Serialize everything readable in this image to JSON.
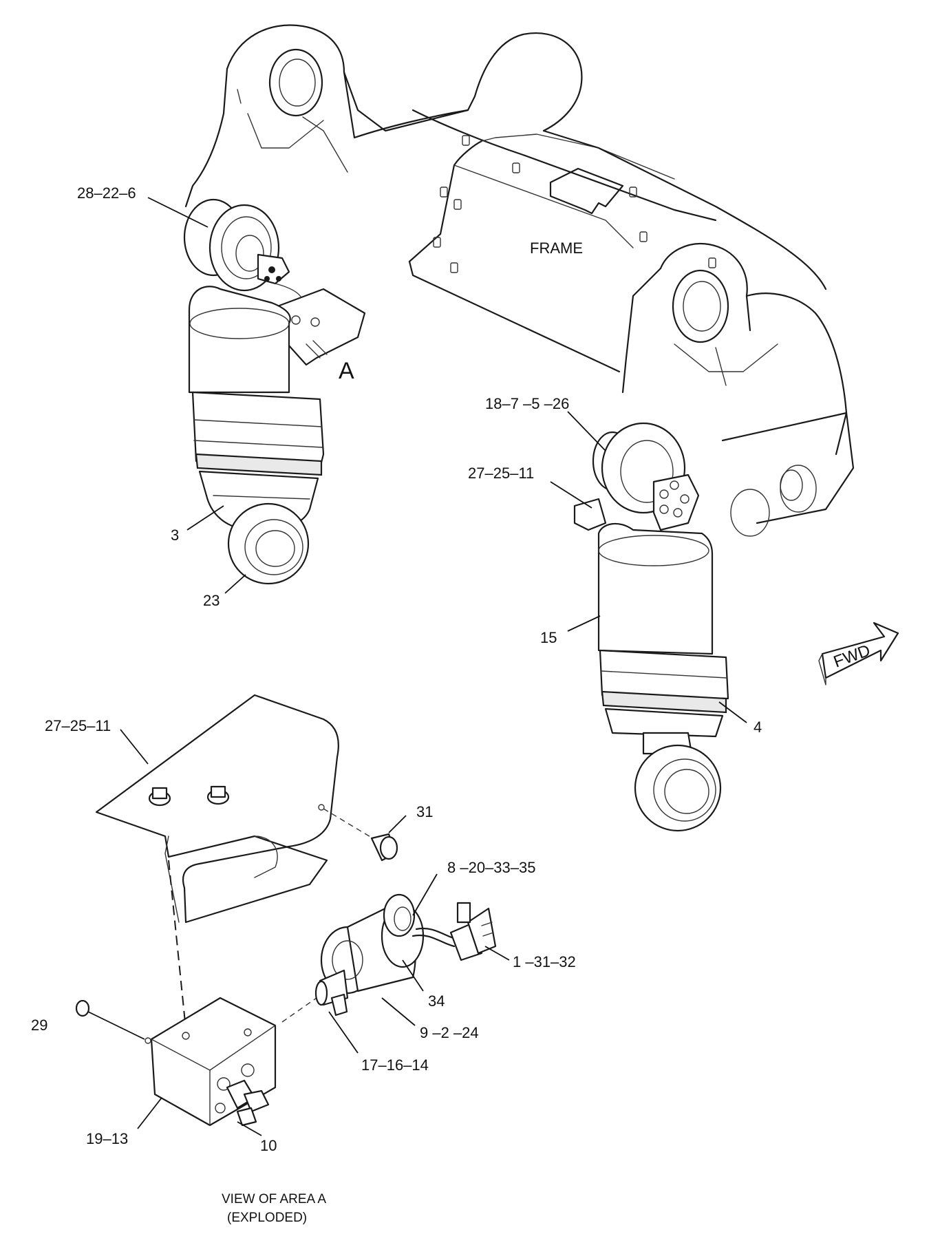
{
  "frame_label": "FRAME",
  "area_label": "A",
  "fwd_label": "FWD",
  "caption": {
    "line1": "VIEW OF AREA A",
    "line2": "(EXPLODED)"
  },
  "callouts": {
    "c28_22_6": "28–22–6",
    "c3": "3",
    "c23": "23",
    "c18_7_5_26": "18–7 –5 –26",
    "c27_25_11_top": "27–25–11",
    "c15": "15",
    "c4": "4",
    "c27_25_11_bottom": "27–25–11",
    "c31": "31",
    "c8_20_33_35": "8 –20–33–35",
    "c1_31_32": "1 –31–32",
    "c34": "34",
    "c9_2_24": "9 –2 –24",
    "c17_16_14": "17–16–14",
    "c29": "29",
    "c19_13": "19–13",
    "c10": "10"
  }
}
